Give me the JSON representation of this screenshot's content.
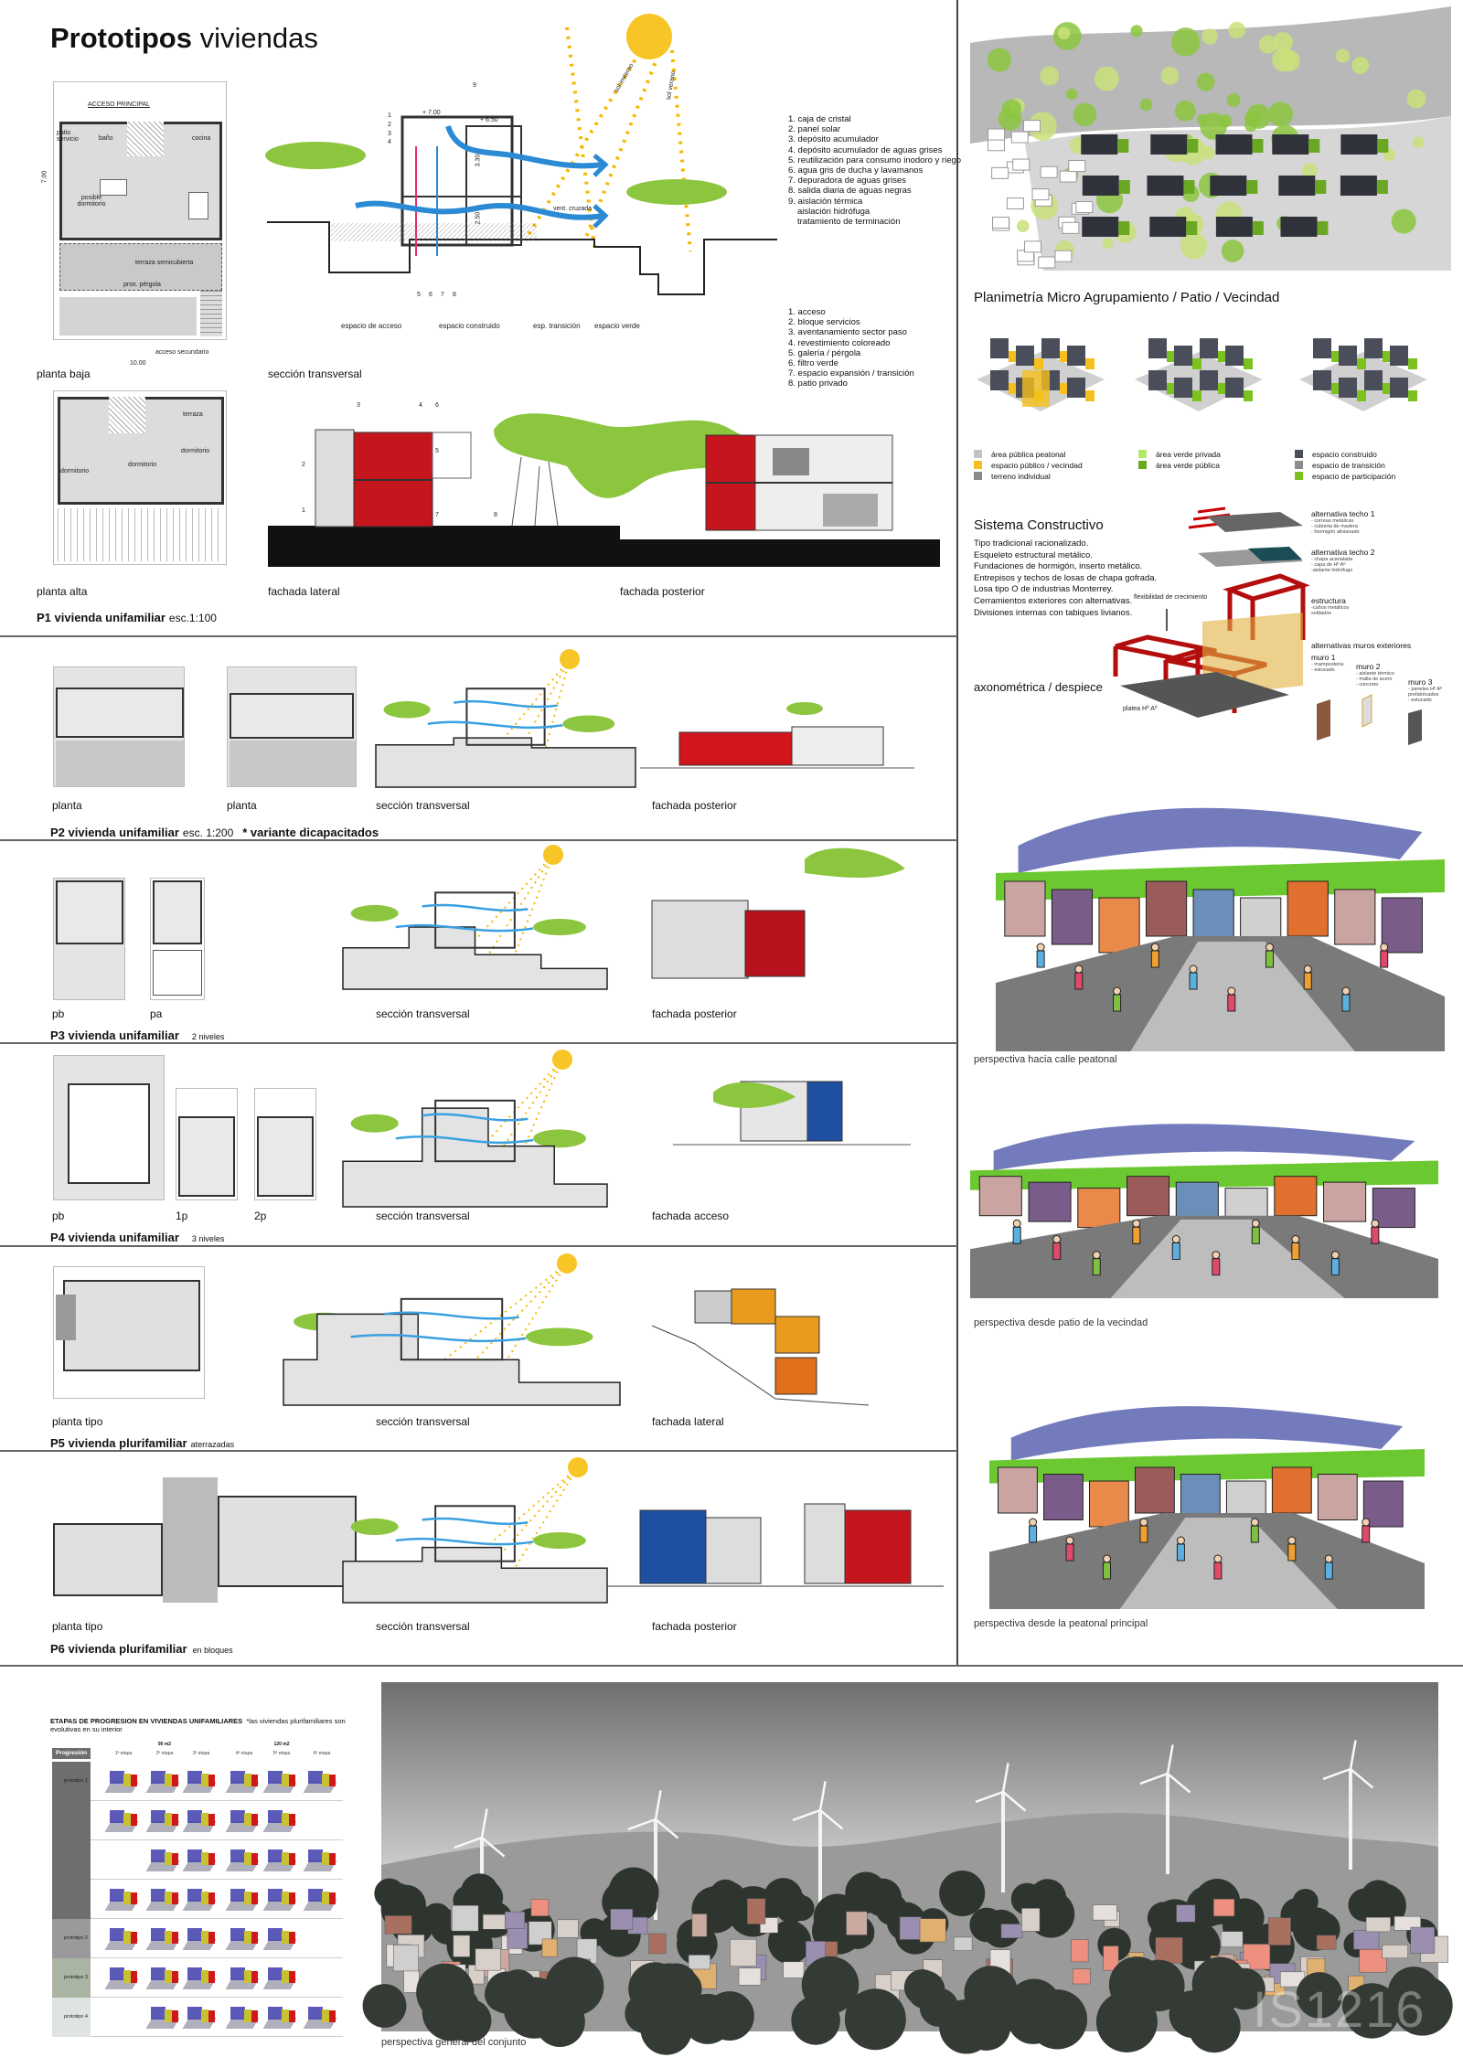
{
  "title": {
    "bold": "Prototipos",
    "rest": "viviendas"
  },
  "p1": {
    "label": "P1 vivienda unifamiliar",
    "scale": "esc.1:100",
    "captions": {
      "planta_baja": "planta baja",
      "seccion": "sección transversal",
      "planta_alta": "planta alta",
      "fachada_lateral": "fachada lateral",
      "fachada_posterior": "fachada posterior"
    },
    "plan_labels": {
      "acceso_principal": "ACCESO PRINCIPAL",
      "patio": "patio servicio",
      "bano": "baño",
      "cocina": "cocina",
      "dormitorio": "posible dormitorio",
      "terraza": "terraza semicubierta",
      "pergola": "prox. pérgola",
      "acceso_secundario": "acceso secundario",
      "ancho": "10.00",
      "alto": "7.00"
    },
    "alta_labels": {
      "terraza": "terraza",
      "dorm1": "dormitorio",
      "dorm2": "dormitorio",
      "dorm3": "dormitorio"
    },
    "section_zones": [
      "espacio de acceso",
      "espacio construido",
      "esp. transición",
      "espacio verde"
    ],
    "section_marks": {
      "lvl1": "+ 7.00",
      "lvl2": "+ 6.50",
      "h1": "3.30",
      "h2": "2.50",
      "vent": "vent. cruzada",
      "sol_invierno": "sol invierno",
      "sol_verano": "sol verano",
      "n1": "1",
      "n2": "2",
      "n3": "3",
      "n4": "4",
      "n5": "5",
      "n6": "6",
      "n7": "7",
      "n8": "8",
      "n9": "9"
    },
    "facade_marks": {
      "n1": "1",
      "n2": "2",
      "n3": "3",
      "n4": "4",
      "n5": "5",
      "n6": "6",
      "n7": "7",
      "n8": "8"
    },
    "list1": [
      "1. caja de cristal",
      "2. panel solar",
      "3. depósito acumulador",
      "4. depósito acumulador de aguas grises",
      "5. reutilización para consumo inodoro y riego",
      "6. agua gris de ducha y lavamanos",
      "7. depuradora de aguas grises",
      "8. salida diaria de aguas negras",
      "9. aislación térmica",
      "aislación hidrófuga",
      "tratamiento de terminación"
    ],
    "list2": [
      "1. acceso",
      "2. bloque servicios",
      "3. aventanamiento sector paso",
      "4. revestimiento coloreado",
      "5. galería / pérgola",
      "6. filtro verde",
      "7. espacio expansión / transición",
      "8. patio privado"
    ]
  },
  "p2": {
    "label": "P2  vivienda unifamiliar",
    "scale": "esc. 1:200",
    "note": "* variante dicapacitados",
    "captions": [
      "planta",
      "planta",
      "sección transversal",
      "fachada posterior"
    ]
  },
  "p3": {
    "label": "P3 vivienda unifamiliar",
    "sub": "2 niveles",
    "captions": [
      "pb",
      "pa",
      "sección transversal",
      "fachada posterior"
    ]
  },
  "p4": {
    "label": "P4 vivienda unifamiliar",
    "sub": "3 niveles",
    "captions": [
      "pb",
      "1p",
      "2p",
      "sección transversal",
      "fachada acceso"
    ]
  },
  "p5": {
    "label": "P5 vivienda plurifamiliar",
    "sub": "aterrazadas",
    "captions": [
      "planta tipo",
      "sección transversal",
      "fachada lateral"
    ]
  },
  "p6": {
    "label": "P6 vivienda plurifamiliar",
    "sub": "en bloques",
    "captions": [
      "planta tipo",
      "sección transversal",
      "fachada posterior"
    ]
  },
  "right": {
    "planimetria_title": "Planimetría Micro Agrupamiento / Patio / Vecindad",
    "legend": [
      {
        "label": "área pública peatonal",
        "color": "#c4c4c4"
      },
      {
        "label": "espacio público / vecindad",
        "color": "#f5bf1d"
      },
      {
        "label": "terreno individual",
        "color": "#8a8a8a"
      },
      {
        "label": "área verde privada",
        "color": "#b5e86a"
      },
      {
        "label": "área verde pública",
        "color": "#6aa823"
      },
      {
        "label": "espacio construido",
        "color": "#4a4e5a"
      },
      {
        "label": "espacio de transición",
        "color": "#8c8c8c"
      },
      {
        "label": "espacio de participación",
        "color": "#7cc21e"
      }
    ],
    "sistema": {
      "title": "Sistema Constructivo",
      "lines": [
        "Tipo tradicional racionalizado.",
        "Esqueleto estructural metálico.",
        "Fundaciones de hormigón, inserto metálico.",
        "Entrepisos y techos de losas de chapa gofrada.",
        "Losa tipo O de industrias Monterrey.",
        "Cerramientos exteriores con alternativas.",
        "Divisiones internas con tabiques livianos."
      ],
      "axo_label": "axonométrica / despiece",
      "flex": "flexibilidad de crecimiento",
      "platea": "platea Hº Aº",
      "techo1": {
        "title": "alternativa techo 1",
        "items": [
          "- correas metálicas",
          "- cubierta de madera",
          "- hormigón alivianado"
        ]
      },
      "techo2": {
        "title": "alternativa techo 2",
        "items": [
          "- chapa acanalada",
          "- capa de Hº Aº",
          "-aislante hidrófugo"
        ]
      },
      "estructura": {
        "title": "estructura",
        "items": [
          "-caños metálicos",
          "soldados"
        ]
      },
      "muros_title": "alternativas muros exteriores",
      "muro1": {
        "title": "muro 1",
        "items": [
          "- mampostería",
          "- estucado"
        ]
      },
      "muro2": {
        "title": "muro 2",
        "items": [
          "- aislante térmico",
          "- malla de acero",
          "- concreto"
        ]
      },
      "muro3": {
        "title": "muro 3",
        "items": [
          "- paneles Hº Aº",
          "prefabricados",
          "- estucado"
        ]
      }
    },
    "perspectives": [
      "perspectiva hacia calle peatonal",
      "perspectiva desde patio de la vecindad",
      "perspectiva desde la peatonal principal"
    ]
  },
  "bottom": {
    "table_title": "ETAPAS DE PROGRESION EN VIVIENDAS UNIFAMILIARES",
    "table_note": "*las viviendas plurifamiliares son evolutivas en su interior",
    "header": "Progresión",
    "stages": [
      "1ª etapa",
      "2ª etapa",
      "3ª etapa",
      "4ª etapa",
      "5ª etapa",
      "6ª etapa"
    ],
    "area_90": "90 m2",
    "area_120": "120 m2",
    "rows": [
      {
        "name": "prototipo 1",
        "color": "#6e6e6e",
        "sub": [
          [
            1,
            1,
            1,
            1,
            1,
            1
          ],
          [
            1,
            1,
            1,
            1,
            1,
            0
          ],
          [
            0,
            1,
            1,
            1,
            1,
            1
          ],
          [
            1,
            1,
            1,
            1,
            1,
            1
          ]
        ]
      },
      {
        "name": "prototipo 2",
        "color": "#9a9a9c",
        "sub": [
          [
            1,
            1,
            1,
            1,
            1,
            0
          ]
        ]
      },
      {
        "name": "prototipo 3",
        "color": "#a9b4a2",
        "sub": [
          [
            1,
            1,
            1,
            1,
            1,
            0
          ]
        ]
      },
      {
        "name": "prototipo 4",
        "color": "#dfe3e4",
        "sub": [
          [
            0,
            1,
            1,
            1,
            1,
            1
          ]
        ]
      }
    ],
    "render_caption": "perspectiva general del conjunto",
    "watermark": "IS1216"
  }
}
